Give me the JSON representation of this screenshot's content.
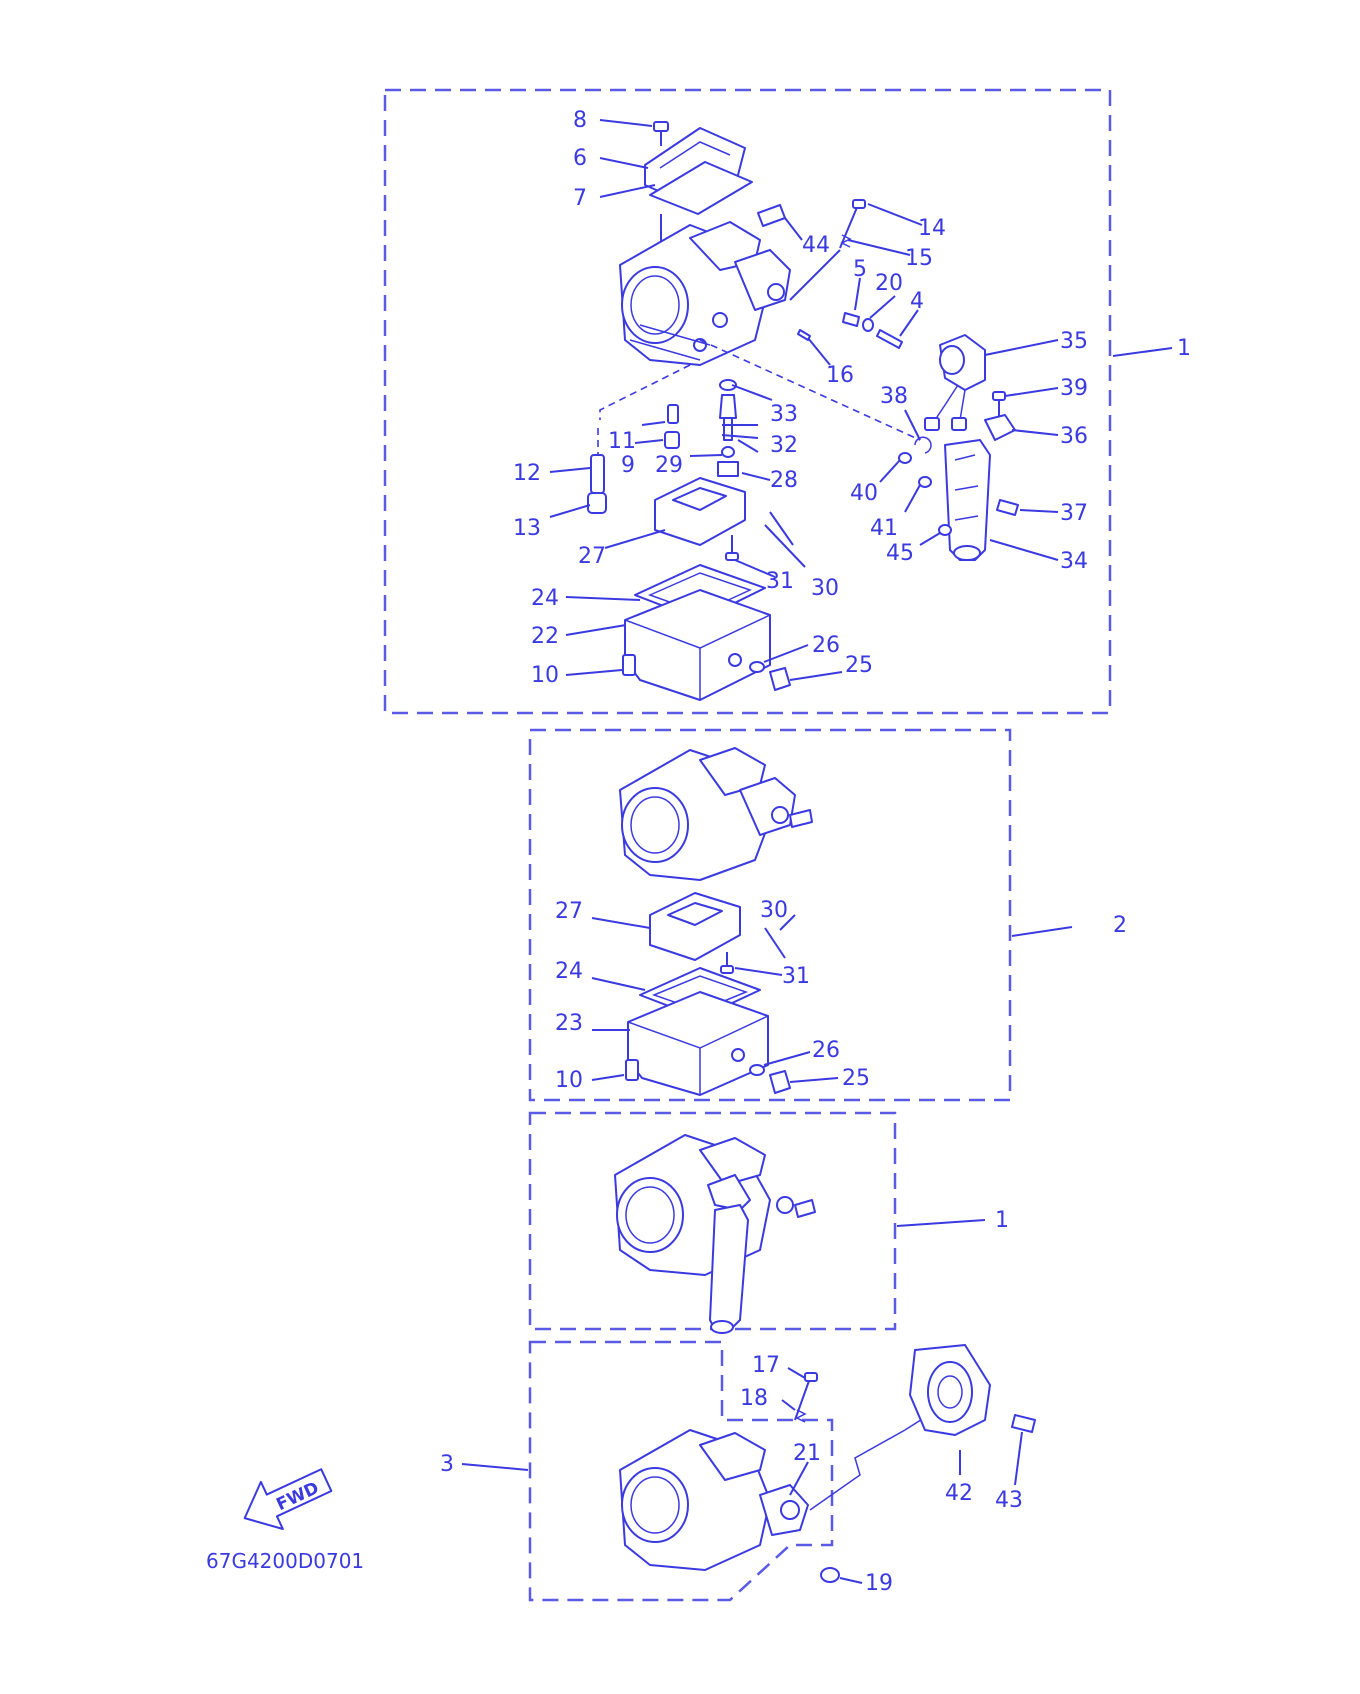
{
  "diagram_code": "67G4200D0701",
  "fwd_label": "FWD",
  "colors": {
    "line": "#3a3ae0",
    "box": "#5a5ae6",
    "background": "#ffffff"
  },
  "group_labels": {
    "box1": "1",
    "box2": "2",
    "box3": "1",
    "box4": "3"
  },
  "callouts": {
    "box1": [
      "8",
      "6",
      "7",
      "44",
      "14",
      "15",
      "5",
      "20",
      "4",
      "16",
      "35",
      "39",
      "36",
      "38",
      "33",
      "11",
      "32",
      "9",
      "29",
      "28",
      "12",
      "13",
      "27",
      "40",
      "41",
      "37",
      "45",
      "34",
      "31",
      "30",
      "24",
      "22",
      "26",
      "25",
      "10"
    ],
    "box2": [
      "27",
      "30",
      "31",
      "24",
      "23",
      "26",
      "10",
      "25"
    ],
    "box4": [
      "17",
      "18",
      "21",
      "42",
      "43",
      "19"
    ]
  }
}
